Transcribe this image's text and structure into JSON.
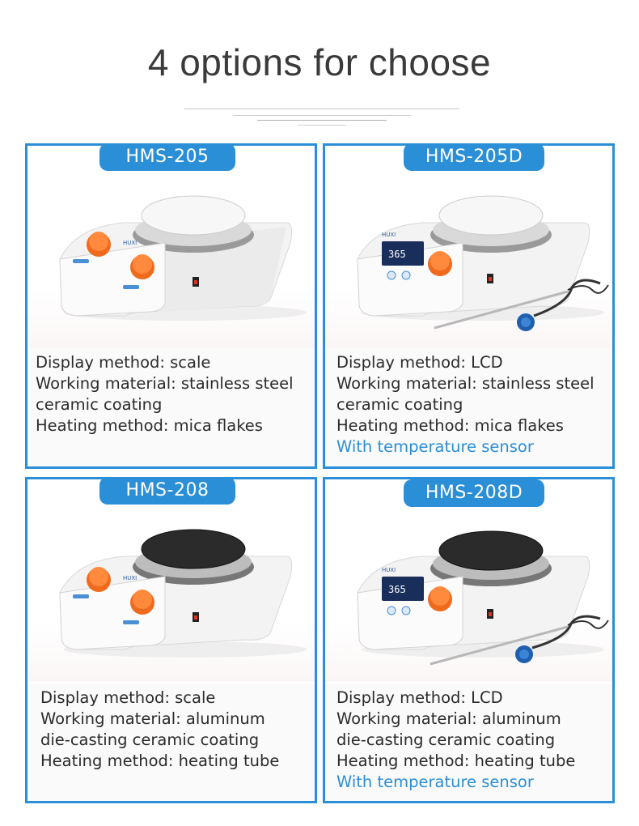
{
  "page": {
    "title": "4 options for choose"
  },
  "colors": {
    "accent": "#2a8fd6",
    "knob": "#f06a1e",
    "lcd": "#1a2e5c"
  },
  "cards": [
    {
      "model": "HMS-205",
      "specs": [
        "Display method: scale",
        "Working material: stainless steel",
        "ceramic coating",
        "Heating method: mica flakes"
      ],
      "extra": "",
      "plate": "white",
      "display": "scale",
      "brand": "HUXI"
    },
    {
      "model": "HMS-205D",
      "specs": [
        "Display method: LCD",
        "Working material: stainless steel",
        "ceramic coating",
        "Heating method: mica flakes"
      ],
      "extra": "With temperature sensor",
      "plate": "white",
      "display": "lcd",
      "lcd_value": "365",
      "brand": "HUXI"
    },
    {
      "model": "HMS-208",
      "specs": [
        "Display method: scale",
        "Working material: aluminum",
        "die-casting ceramic coating",
        "Heating method: heating tube"
      ],
      "extra": "",
      "plate": "black",
      "display": "scale",
      "brand": "HUXI"
    },
    {
      "model": "HMS-208D",
      "specs": [
        "Display method: LCD",
        "Working material: aluminum",
        "die-casting ceramic coating",
        "Heating method: heating tube"
      ],
      "extra": "With temperature sensor",
      "plate": "black",
      "display": "lcd",
      "lcd_value": "365",
      "brand": "HUXI"
    }
  ]
}
